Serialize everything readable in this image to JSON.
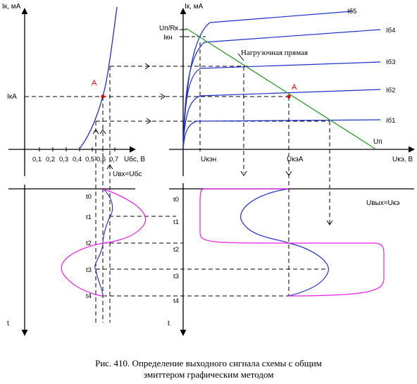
{
  "left_input_plot": {
    "y_axis_label": "Iк, мА",
    "x_axis_label": "Uбс, В",
    "x_ticks": [
      "0,1",
      "0,2",
      "0,3",
      "0,4",
      "0,5",
      "0,6",
      "0,7"
    ],
    "operating_current_label": "IкА",
    "point_label": "A"
  },
  "left_time_plot": {
    "input_voltage_label": "Uвх=Uбс",
    "time_axis_label": "t",
    "time_ticks": [
      "t0",
      "t1",
      "t2",
      "t3",
      "t4"
    ]
  },
  "right_output_plot": {
    "y_axis_label": "Iк, мА",
    "x_axis_label": "Uкэ, В",
    "supply_label": "Uп",
    "ratio_label": "Uп/Rк",
    "saturation_current_label": "Iкн",
    "load_line_label": "Нагрузочная прямая",
    "saturation_voltage_label": "Uкэн",
    "operating_voltage_label": "UкэА",
    "point_label": "A",
    "base_current_curves": [
      "Iб5",
      "Iб4",
      "Iб3",
      "Iб2",
      "Iб1"
    ],
    "colors": {
      "load_line": "#2e9a2e",
      "signal_curve": "#e61ee6",
      "point": "#e00000"
    }
  },
  "right_time_plot": {
    "output_voltage_label": "Uвых=Uкэ",
    "time_axis_label": "t",
    "time_ticks": [
      "t0",
      "t1",
      "t2",
      "t3",
      "t4"
    ]
  },
  "caption": {
    "line1": "Рис. 410. Определение выходного сигнала схемы с общим",
    "line2": "эмиттером графическим методом"
  }
}
